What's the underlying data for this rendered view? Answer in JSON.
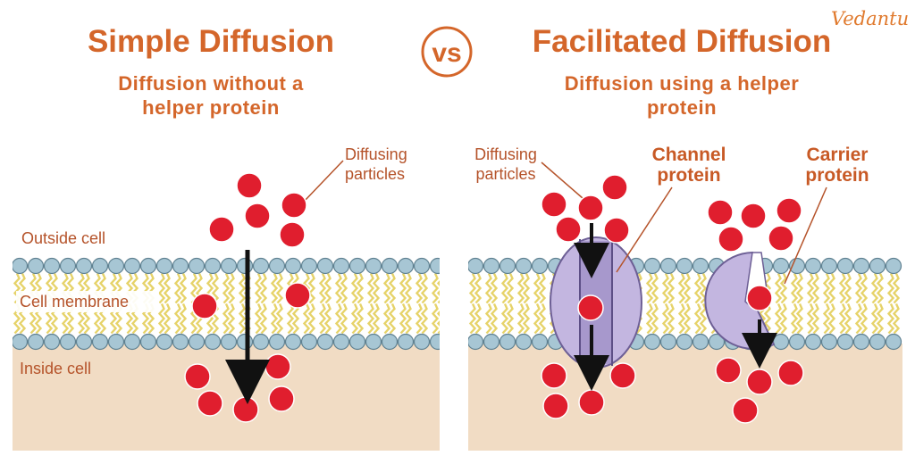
{
  "brand": {
    "logo_text": "Vedantu"
  },
  "vs_label": "vs",
  "left_panel": {
    "title": "Simple Diffusion",
    "subtitle_lines": [
      "Diffusion without a",
      "helper protein"
    ],
    "labels": {
      "diffusing_particles": [
        "Diffusing",
        "particles"
      ],
      "outside_cell": "Outside cell",
      "cell_membrane": "Cell membrane",
      "inside_cell": "Inside cell"
    }
  },
  "right_panel": {
    "title": "Facilitated Diffusion",
    "subtitle_lines": [
      "Diffusion using a helper",
      "protein"
    ],
    "labels": {
      "diffusing_particles": [
        "Diffusing",
        "particles"
      ],
      "channel_protein": [
        "Channel",
        "protein"
      ],
      "carrier_protein": [
        "Carrier",
        "protein"
      ]
    }
  },
  "colors": {
    "accent": "#d4662a",
    "particle": "#e01e2e",
    "inside_cell": "#f1dcc4",
    "lipid_head": "#a7c6d4",
    "lipid_tail": "#e6d36a",
    "protein": "#c3b6e0"
  }
}
